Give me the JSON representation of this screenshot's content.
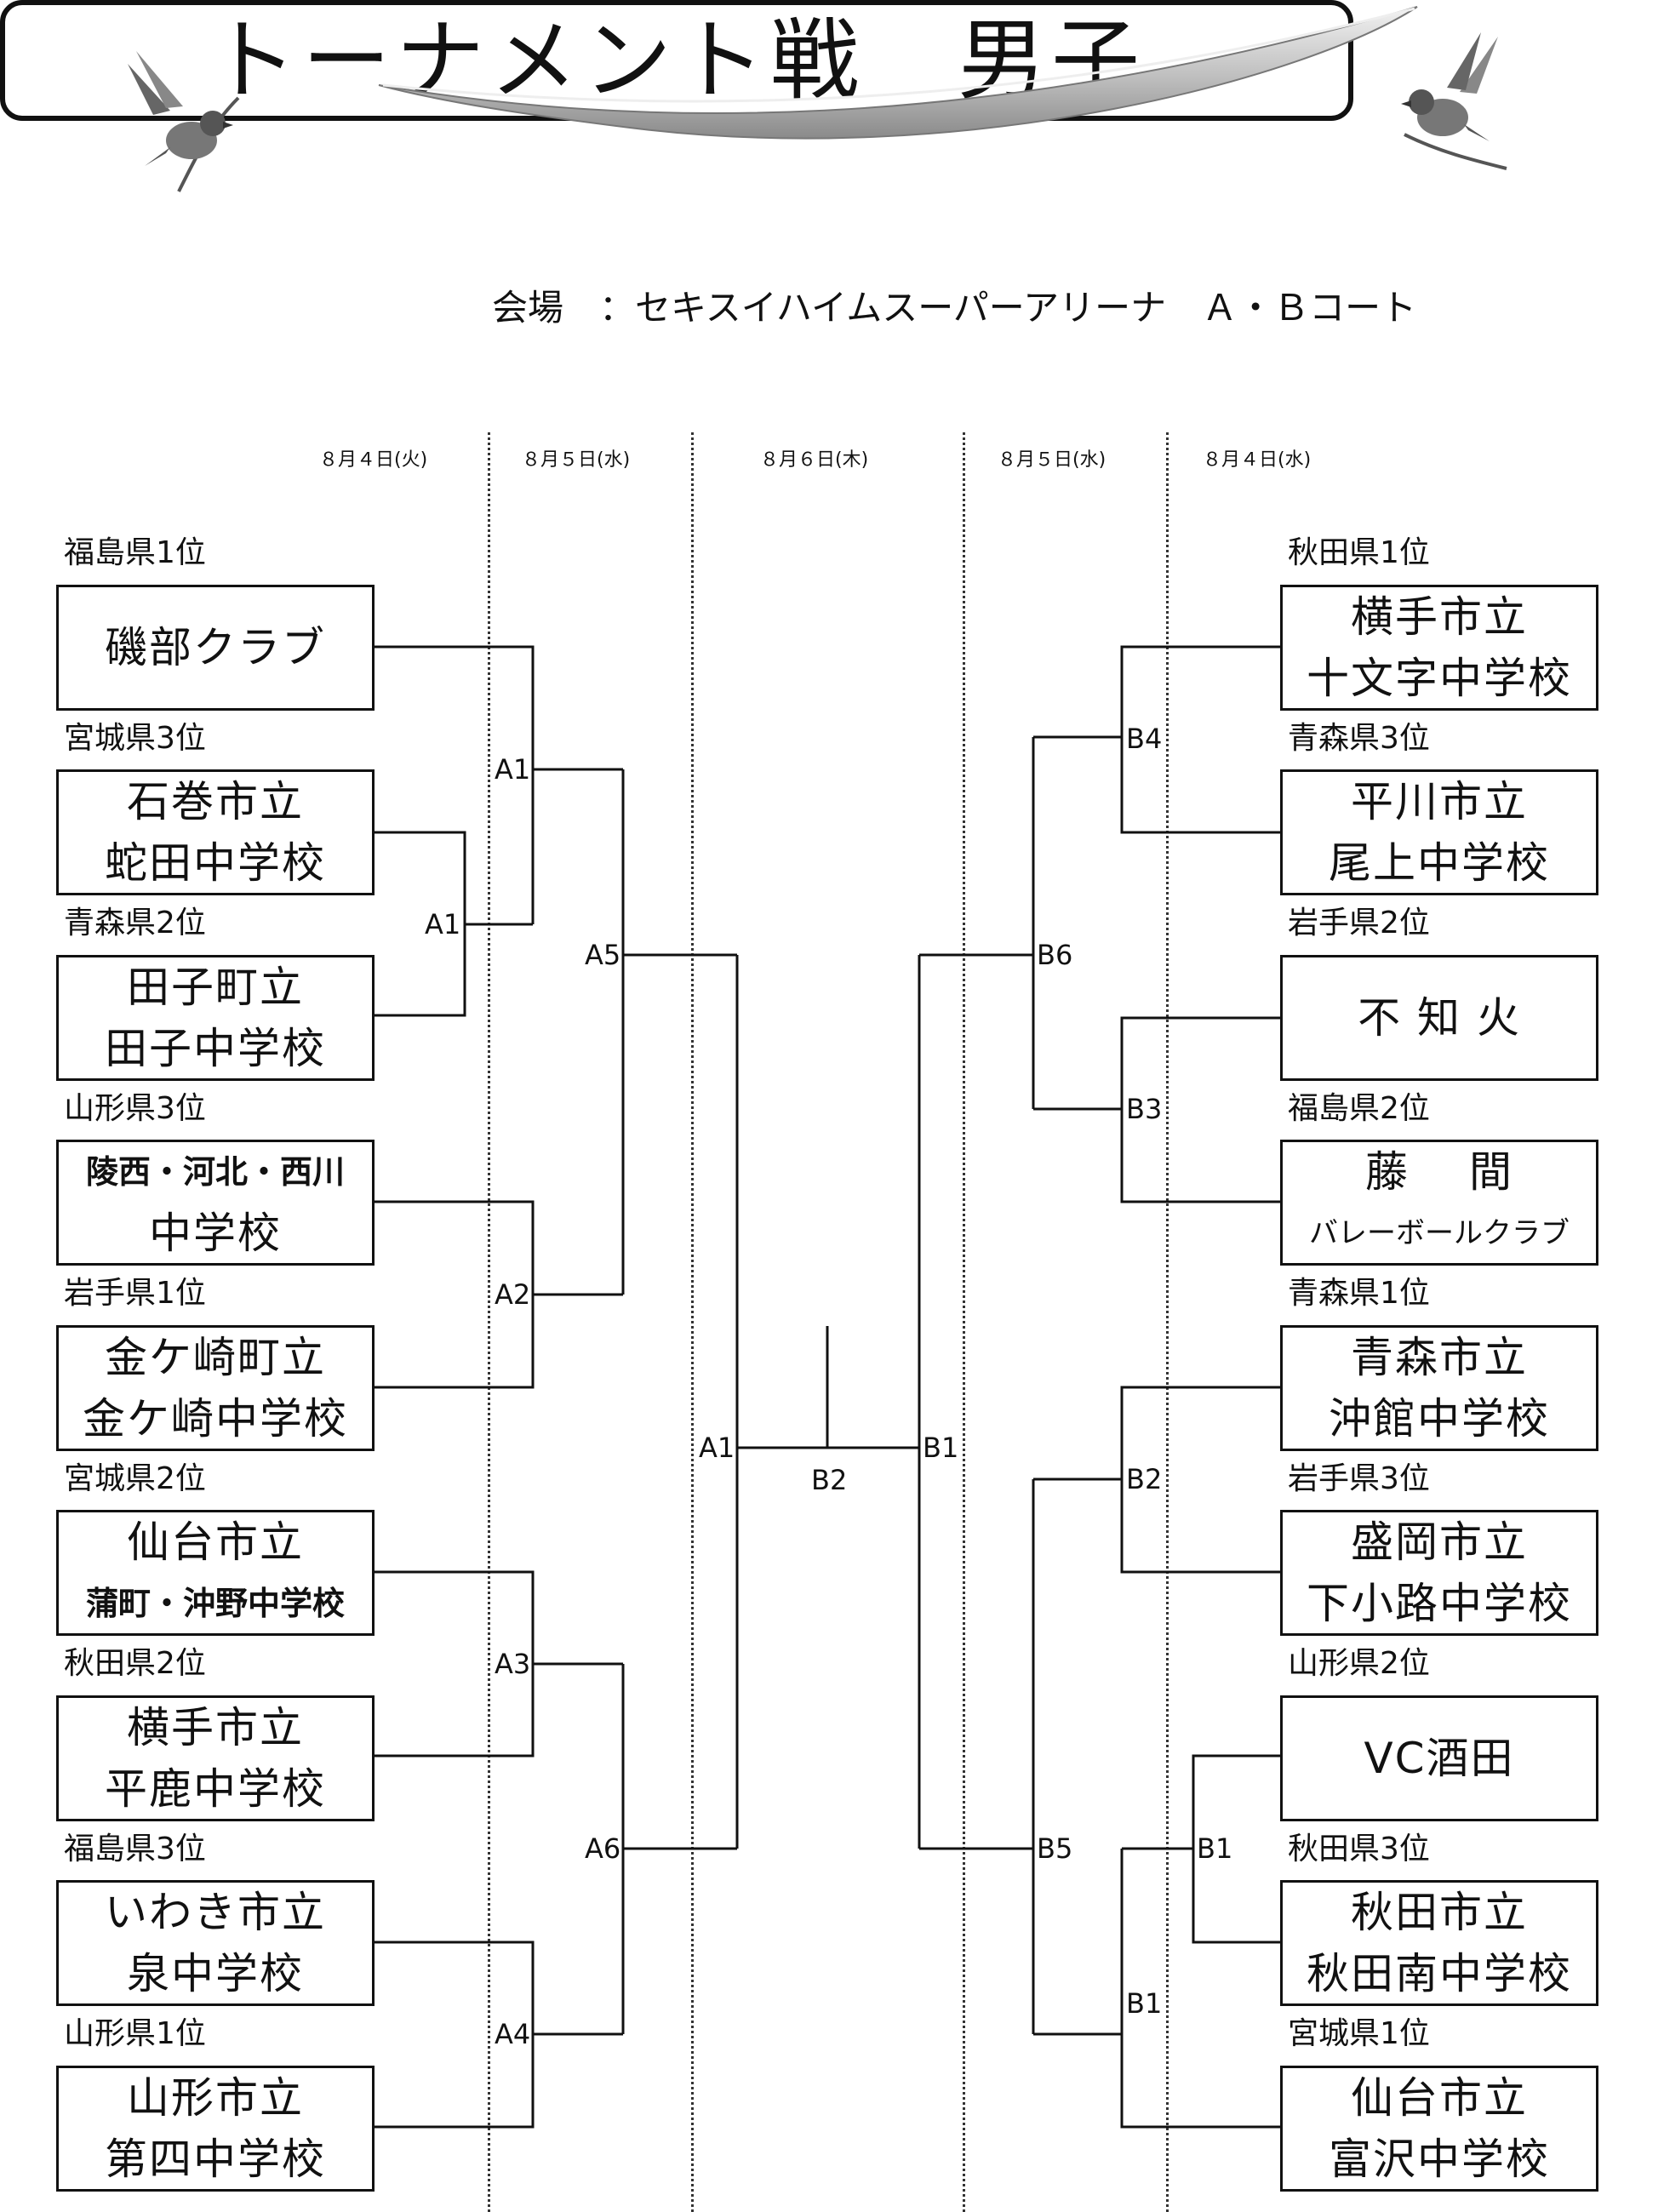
{
  "title": "トーナメント戦　男子",
  "venue": "会場　：セキスイハイムスーパーアリーナ　Ａ・Ｂコート",
  "dates": [
    "８月４日(火)",
    "８月５日(水)",
    "８月６日(木)",
    "８月５日(水)",
    "８月４日(水)"
  ],
  "left_bracket": [
    {
      "seed": "福島県1位",
      "lines": [
        "磯部クラブ"
      ]
    },
    {
      "seed": "宮城県3位",
      "lines": [
        "石巻市立",
        "蛇田中学校"
      ]
    },
    {
      "seed": "青森県2位",
      "lines": [
        "田子町立",
        "田子中学校"
      ]
    },
    {
      "seed": "山形県3位",
      "lines": [
        "陵西・河北・西川",
        "中学校"
      ]
    },
    {
      "seed": "岩手県1位",
      "lines": [
        "金ケ崎町立",
        "金ケ崎中学校"
      ]
    },
    {
      "seed": "宮城県2位",
      "lines": [
        "仙台市立",
        "蒲町・沖野中学校"
      ]
    },
    {
      "seed": "秋田県2位",
      "lines": [
        "横手市立",
        "平鹿中学校"
      ]
    },
    {
      "seed": "福島県3位",
      "lines": [
        "いわき市立",
        "泉中学校"
      ]
    },
    {
      "seed": "山形県1位",
      "lines": [
        "山形市立",
        "第四中学校"
      ]
    }
  ],
  "right_bracket": [
    {
      "seed": "秋田県1位",
      "lines": [
        "横手市立",
        "十文字中学校"
      ]
    },
    {
      "seed": "青森県3位",
      "lines": [
        "平川市立",
        "尾上中学校"
      ]
    },
    {
      "seed": "岩手県2位",
      "lines": [
        "不 知 火"
      ]
    },
    {
      "seed": "福島県2位",
      "lines": [
        "藤　 間",
        "バレーボールクラブ"
      ]
    },
    {
      "seed": "青森県1位",
      "lines": [
        "青森市立",
        "沖館中学校"
      ]
    },
    {
      "seed": "岩手県3位",
      "lines": [
        "盛岡市立",
        "下小路中学校"
      ]
    },
    {
      "seed": "山形県2位",
      "lines": [
        "VC酒田"
      ]
    },
    {
      "seed": "秋田県3位",
      "lines": [
        "秋田市立",
        "秋田南中学校"
      ]
    },
    {
      "seed": "宮城県1位",
      "lines": [
        "仙台市立",
        "富沢中学校"
      ]
    }
  ],
  "match_labels": {
    "a1_first": "A1",
    "a1_second": "A1",
    "a2": "A2",
    "a3": "A3",
    "a4": "A4",
    "a5": "A5",
    "a6": "A6",
    "a1_final": "A1",
    "b2_final": "B2",
    "b1_final": "B1",
    "b4": "B4",
    "b6": "B6",
    "b3": "B3",
    "b2": "B2",
    "b5": "B5",
    "b1_first": "B1",
    "b1_second": "B1"
  }
}
